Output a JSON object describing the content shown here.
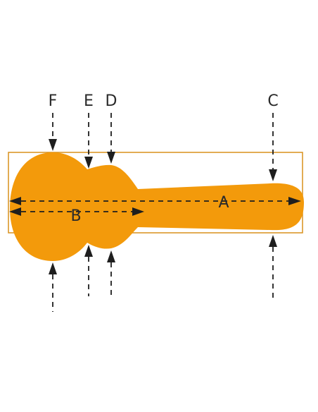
{
  "labels": {
    "a": "A",
    "b": "B",
    "c": "C",
    "d": "D",
    "e": "E",
    "f": "F"
  },
  "colors": {
    "case_fill": "#f39a0b",
    "bounding_box": "#d9901c",
    "dimension_lines": "#1e1e1e",
    "text": "#2a2a2a",
    "background": "#ffffff"
  }
}
